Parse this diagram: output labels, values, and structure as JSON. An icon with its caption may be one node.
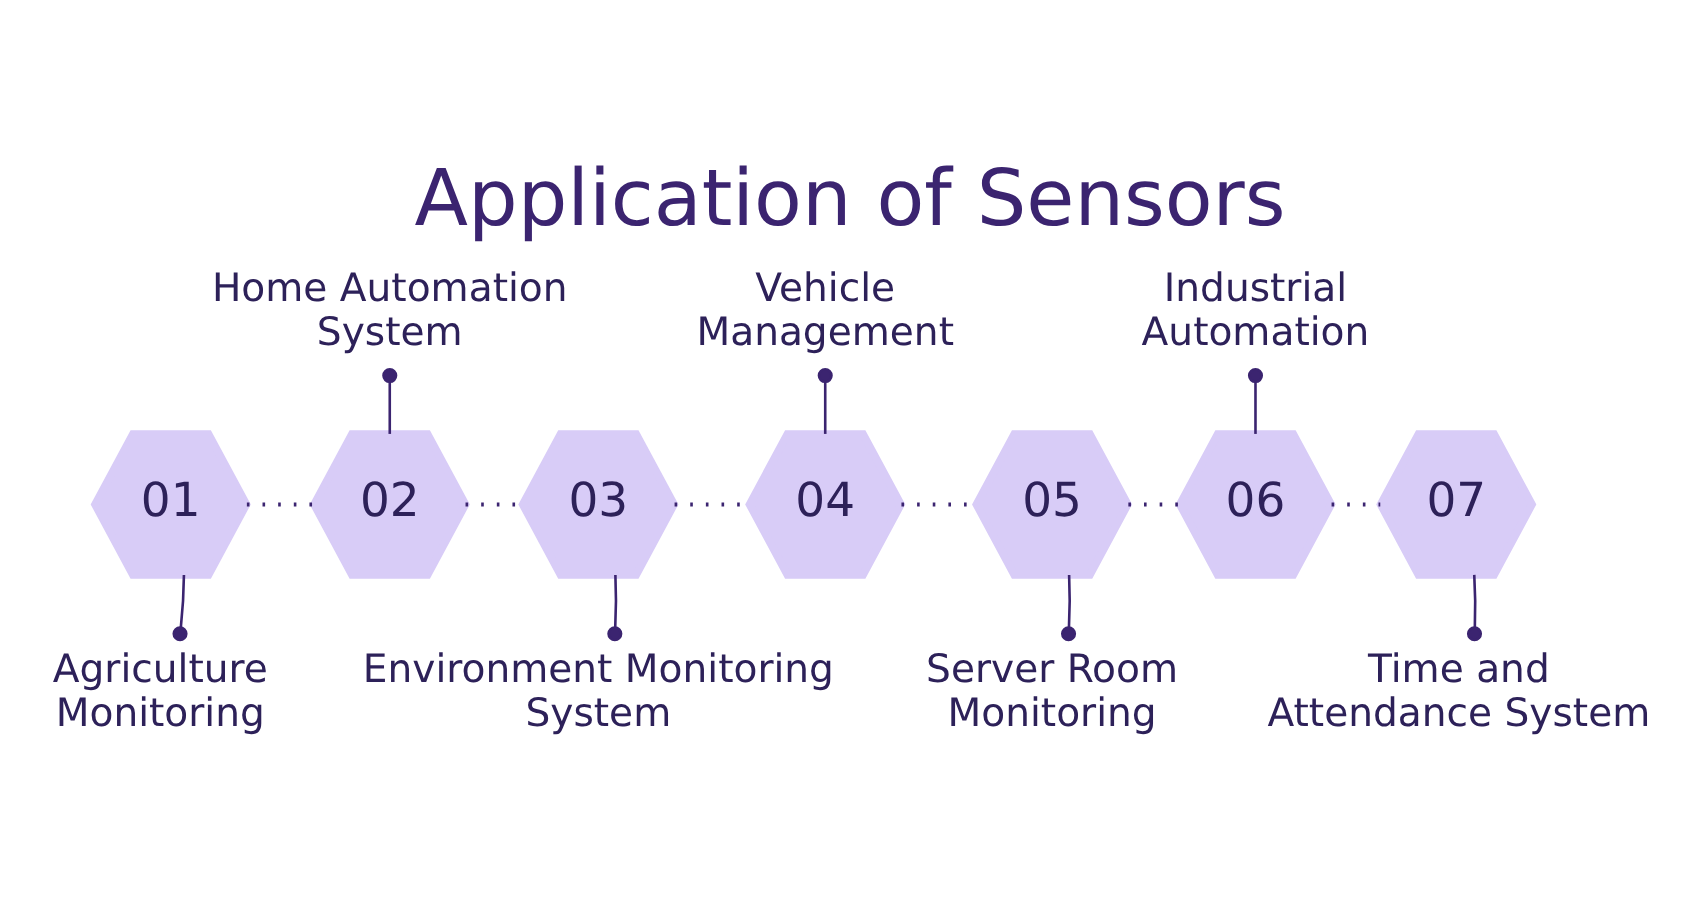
{
  "diagram": {
    "title": "Application of Sensors",
    "nodes": [
      {
        "text": [
          "01"
        ]
      },
      {
        "text": [
          "02"
        ]
      },
      {
        "text": [
          "03"
        ]
      },
      {
        "text": [
          "04"
        ]
      },
      {
        "text": [
          "05"
        ]
      },
      {
        "text": [
          "06"
        ]
      },
      {
        "text": [
          "07"
        ]
      },
      {
        "text": [
          "Agriculture Monitoring"
        ]
      },
      {
        "text": [
          "Home Automation System"
        ]
      },
      {
        "text": [
          "Environment Monitoring System"
        ]
      },
      {
        "text": [
          "Vehicle Management"
        ]
      },
      {
        "text": [
          "Server Room Monitoring"
        ]
      },
      {
        "text": [
          "Industrial Automation"
        ]
      },
      {
        "text": [
          "Time and Attendance System"
        ]
      }
    ],
    "edges": [
      {
        "from": 0,
        "to": 1,
        "arrow": "none",
        "style": "dashed"
      },
      {
        "from": 1,
        "to": 2,
        "arrow": "none",
        "style": "dashed"
      },
      {
        "from": 2,
        "to": 3,
        "arrow": "none",
        "style": "dashed"
      },
      {
        "from": 3,
        "to": 4,
        "arrow": "none",
        "style": "dashed"
      },
      {
        "from": 4,
        "to": 5,
        "arrow": "none",
        "style": "dashed"
      },
      {
        "from": 5,
        "to": 6,
        "arrow": "none",
        "style": "dashed"
      },
      {
        "from": 7,
        "to": 0,
        "arrow": "other"
      },
      {
        "from": 8,
        "to": 1,
        "arrow": "other"
      },
      {
        "from": 9,
        "to": 2,
        "arrow": "other"
      },
      {
        "from": 10,
        "to": 3,
        "arrow": "other"
      },
      {
        "from": 11,
        "to": 4,
        "arrow": "other"
      },
      {
        "from": 12,
        "to": 5,
        "arrow": "other"
      },
      {
        "from": 13,
        "to": 6,
        "arrow": "other"
      }
    ]
  }
}
